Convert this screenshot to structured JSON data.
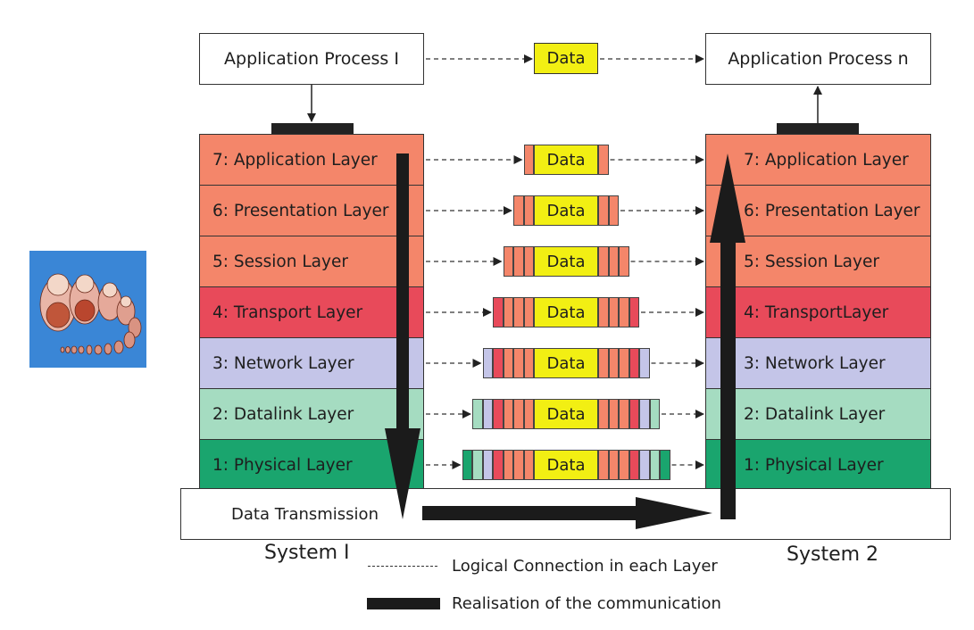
{
  "processes": {
    "left": "Application Process I",
    "right": "Application Process n",
    "data_label": "Data"
  },
  "layers_left": [
    "7: Application Layer",
    "6: Presentation Layer",
    "5: Session Layer",
    "4: Transport Layer",
    "3: Network Layer",
    "2: Datalink Layer",
    "1: Physical Layer"
  ],
  "layers_right": [
    "7: Application Layer",
    "6: Presentation Layer",
    "5: Session Layer",
    "4: TransportLayer",
    "3: Network Layer",
    "2: Datalink Layer",
    "1: Physical Layer"
  ],
  "layer_colors": [
    "#f4866a",
    "#f4866a",
    "#f4866a",
    "#e84a5a",
    "#c4c5e8",
    "#a5dcc1",
    "#1aa56e"
  ],
  "packet_data_label": "Data",
  "transmission": "Data Transmission",
  "systems": {
    "left": "System I",
    "right": "System 2"
  },
  "legend": {
    "logical": "Logical Connection  in  each Layer",
    "realisation": "Realisation  of the  communication"
  },
  "thumbnail": {
    "icon": "nesting-dolls-icon"
  }
}
